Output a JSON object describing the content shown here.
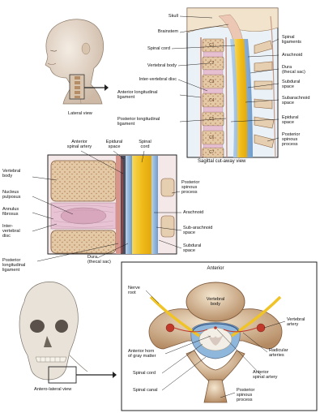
{
  "panels": {
    "lateral": {
      "caption": "Lateral view"
    },
    "sagittal": {
      "caption": "Sagittal cut-away view",
      "left_labels": [
        "Skull",
        "Brainstem",
        "Spinal cord",
        "Vertebral body",
        "Inter-vertebral disc",
        "Anterior longitudinal\nligament",
        "Posterior longitudinal\nligament"
      ],
      "right_labels": [
        "Spinal\nligaments",
        "Arachnoid",
        "Dura\n(thecal sac)",
        "Subdural\nspace",
        "Subarachnoid\nspace",
        "Epidural\nspace",
        "Posterior\nspinous\nprocess"
      ],
      "vertebra_labels": [
        "C1",
        "C2",
        "C3",
        "C4",
        "C5",
        "C6",
        "C7"
      ]
    },
    "closeup": {
      "top_labels": [
        "Anterior\nspinal artery",
        "Epidural\nspace",
        "Spinal\ncord"
      ],
      "left_labels": [
        "Vertebral\nbody",
        "Nucleus\npulposus",
        "Annulus\nfibrosus",
        "Inter-\nvertebral\ndisc",
        "Posterior\nlongitudinal\nligament"
      ],
      "bottom_label": "Dura\n(thecal sac)",
      "right_labels": [
        "Posterior\nspinous\nprocess",
        "Arachnoid",
        "Sub-arachnoid\nspace",
        "Subdural\nspace"
      ]
    },
    "anterolateral": {
      "caption": "Antero-lateral view"
    },
    "axial": {
      "title": "Anterior",
      "center_label": "Vertebral\nbody",
      "left_labels": [
        "Nerve\nroot",
        "Anterior horn\nof gray matter",
        "Spinal cord",
        "Spinal canal"
      ],
      "right_labels": [
        "Vertebral\nartery",
        "Radicular\narteries",
        "Anterior\nspinal artery",
        "Posterior\nspinous\nprocess"
      ]
    }
  },
  "colors": {
    "bone": "#e9d2b4",
    "bone_dark": "#b78a64",
    "disc": "#e7c3d3",
    "cord": "#f4c52a",
    "dura": "#8bb3d8",
    "frame": "#222222",
    "skin": "#e8d8c8"
  }
}
